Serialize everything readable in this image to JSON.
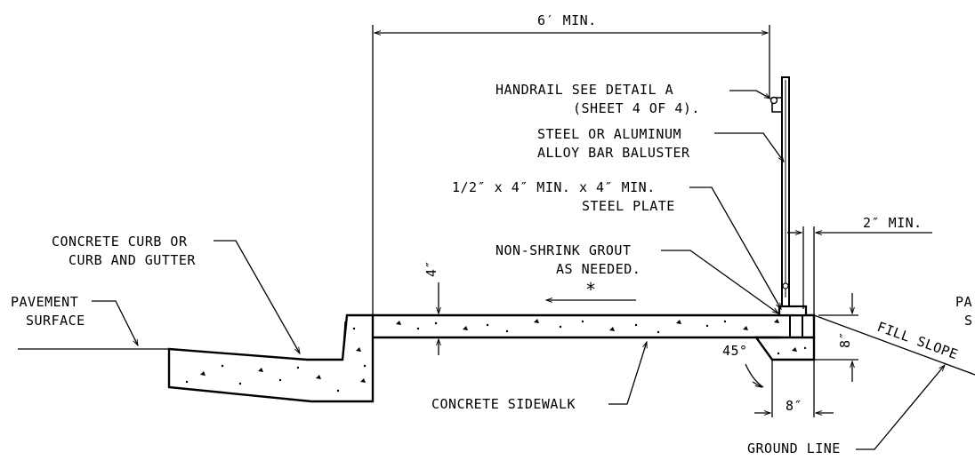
{
  "labels": {
    "dim_6ft": "6′ MIN.",
    "handrail_1": "HANDRAIL SEE DETAIL A",
    "handrail_2": "(SHEET 4 OF 4).",
    "baluster_1": "STEEL OR ALUMINUM",
    "baluster_2": "ALLOY BAR BALUSTER",
    "plate_1": "1/2″ x 4″ MIN. x 4″ MIN.",
    "plate_2": "STEEL PLATE",
    "dim_2in": "2″ MIN.",
    "curb_1": "CONCRETE CURB OR",
    "curb_2": "CURB AND GUTTER",
    "grout_1": "NON-SHRINK GROUT",
    "grout_2": "AS NEEDED.",
    "pavement_1": "PAVEMENT",
    "pavement_2": "SURFACE",
    "pavement_right_1": "PA",
    "pavement_right_2": "S",
    "dim_4in": "4″",
    "asterisk": "*",
    "fill_slope": "FILL SLOPE",
    "angle_45": "45°",
    "dim_8in_vert": "8″",
    "dim_8in_horiz": "8″",
    "sidewalk": "CONCRETE SIDEWALK",
    "ground_line": "GROUND LINE"
  }
}
